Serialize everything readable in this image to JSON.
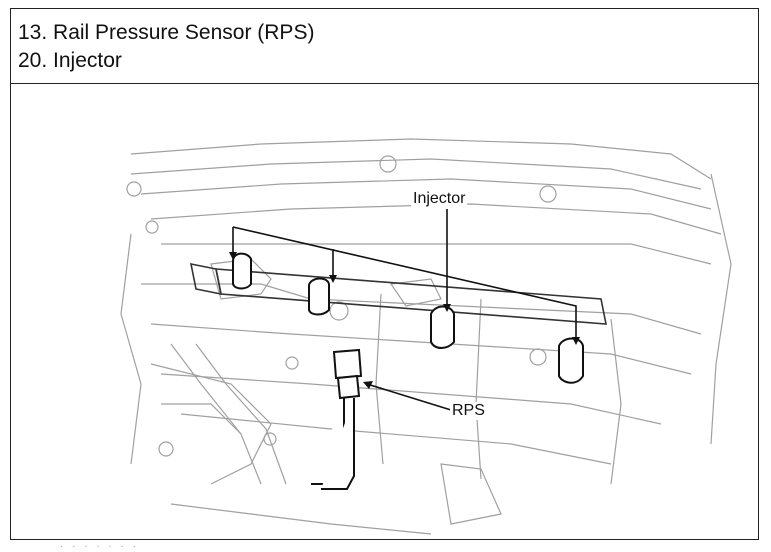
{
  "legend": {
    "items": [
      {
        "label": "13. Rail Pressure Sensor (RPS)"
      },
      {
        "label": "20. Injector"
      }
    ]
  },
  "diagram": {
    "callouts": {
      "injector": "Injector",
      "rps": "RPS"
    },
    "line_color": "#111111",
    "sketch_color": "#9a9a9a"
  },
  "footer": {
    "text": "· · · ·  ·  ·  ·"
  }
}
